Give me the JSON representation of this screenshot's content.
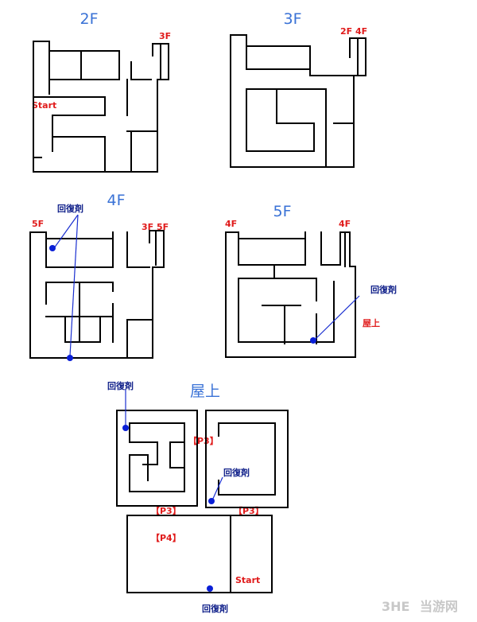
{
  "floors": {
    "f2": {
      "title": "2F",
      "labels": {
        "stairs_3f": "3F",
        "start": "Start"
      }
    },
    "f3": {
      "title": "3F",
      "labels": {
        "stairs_2f4f": "2F 4F"
      }
    },
    "f4": {
      "title": "4F",
      "labels": {
        "stairs_5f": "5F",
        "stairs_3f5f": "3F 5F",
        "item": "回復剤"
      }
    },
    "f5": {
      "title": "5F",
      "labels": {
        "stairs_4f_left": "4F",
        "stairs_4f_right": "4F",
        "item": "回復剤",
        "to_roof": "屋上"
      }
    },
    "roof": {
      "title": "屋上",
      "labels": {
        "item_top": "回復剤",
        "item_mid": "回復剤",
        "item_bottom": "回復剤",
        "p3_right": "【P3】",
        "p3_left_bottom": "【P3】",
        "p3_right_bottom": "【P3】",
        "p4": "【P4】",
        "start": "Start"
      }
    }
  },
  "watermark": "当游网",
  "colors": {
    "walls": "#000000",
    "floor_titles": "#3a72d6",
    "red_labels": "#e01b1b",
    "item_labels": "#10208a",
    "item_dots": "#0a1fd6"
  }
}
